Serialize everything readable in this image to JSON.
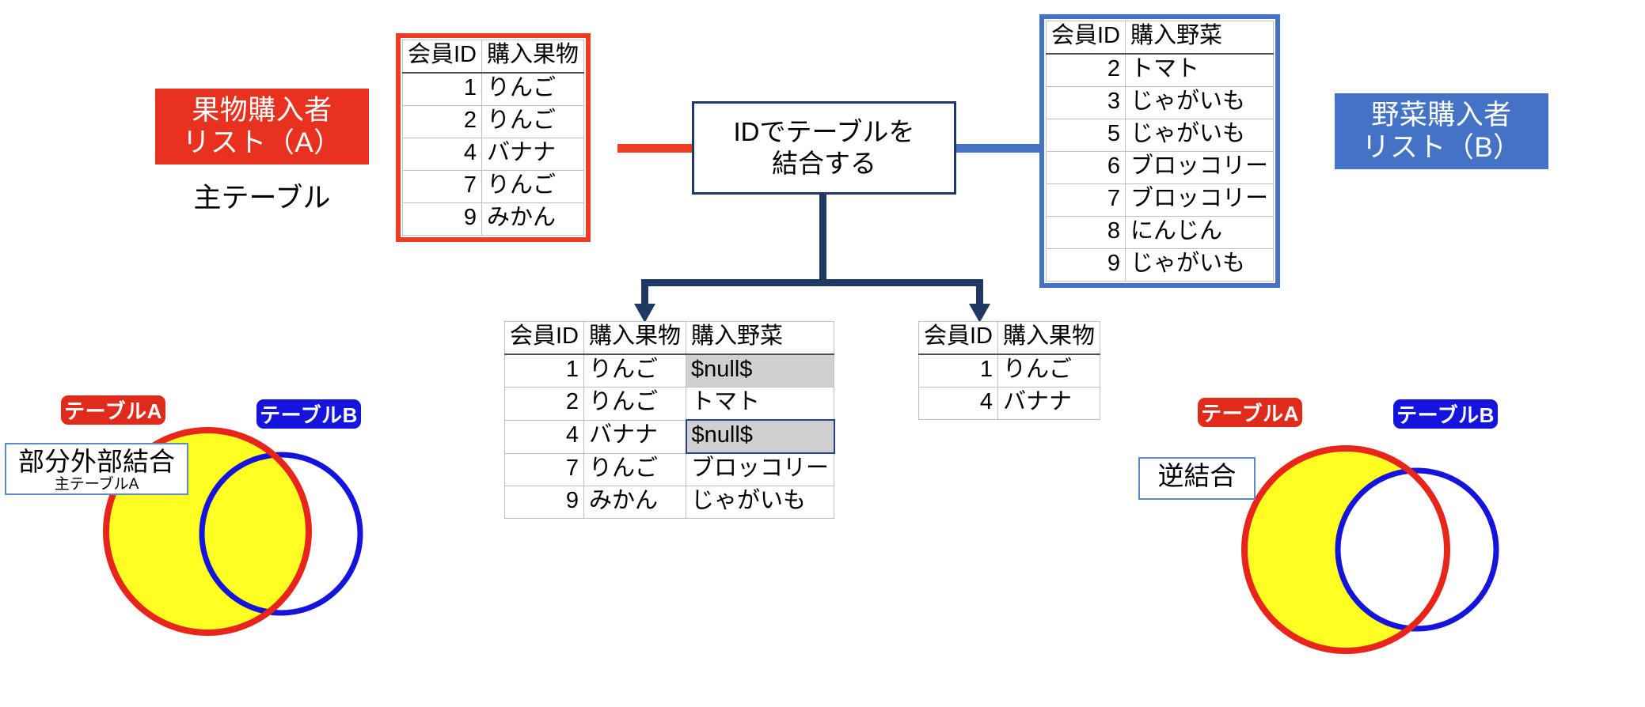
{
  "source_tables": {
    "fruit": {
      "headers": [
        "会員ID",
        "購入果物"
      ],
      "rows": [
        [
          "1",
          "りんご"
        ],
        [
          "2",
          "りんご"
        ],
        [
          "4",
          "バナナ"
        ],
        [
          "7",
          "りんご"
        ],
        [
          "9",
          "みかん"
        ]
      ],
      "frame_color": "#ee3b24"
    },
    "vegetable": {
      "headers": [
        "会員ID",
        "購入野菜"
      ],
      "rows": [
        [
          "2",
          "トマト"
        ],
        [
          "3",
          "じゃがいも"
        ],
        [
          "5",
          "じゃがいも"
        ],
        [
          "6",
          "ブロッコリー"
        ],
        [
          "7",
          "ブロッコリー"
        ],
        [
          "8",
          "にんじん"
        ],
        [
          "9",
          "じゃがいも"
        ]
      ],
      "frame_color": "#4472c4"
    }
  },
  "labels": {
    "fruit_badge_line1": "果物購入者",
    "fruit_badge_line2": "リスト（A）",
    "fruit_sub": "主テーブル",
    "vegetable_badge_line1": "野菜購入者",
    "vegetable_badge_line2": "リスト（B）"
  },
  "process_box": {
    "line1": "IDでテーブルを",
    "line2": "結合する"
  },
  "result_tables": {
    "outer_join": {
      "headers": [
        "会員ID",
        "購入果物",
        "購入野菜"
      ],
      "rows": [
        {
          "id": "1",
          "fruit": "りんご",
          "veg": "$null$",
          "veg_null": true,
          "veg_selected": false
        },
        {
          "id": "2",
          "fruit": "りんご",
          "veg": "トマト",
          "veg_null": false,
          "veg_selected": false
        },
        {
          "id": "4",
          "fruit": "バナナ",
          "veg": "$null$",
          "veg_null": true,
          "veg_selected": true
        },
        {
          "id": "7",
          "fruit": "りんご",
          "veg": "ブロッコリー",
          "veg_null": false,
          "veg_selected": false
        },
        {
          "id": "9",
          "fruit": "みかん",
          "veg": "じゃがいも",
          "veg_null": false,
          "veg_selected": false
        }
      ]
    },
    "anti_join": {
      "headers": [
        "会員ID",
        "購入果物"
      ],
      "rows": [
        [
          "1",
          "りんご"
        ],
        [
          "4",
          "バナナ"
        ]
      ]
    }
  },
  "venn_left": {
    "title": "部分外部結合",
    "subtitle": "主テーブルA",
    "badge_a": "テーブルA",
    "badge_b": "テーブルB",
    "fill_color": "#ffff21",
    "circle_a_color": "#e8251a",
    "circle_b_color": "#1414dc",
    "highlight": "A全体（交差部分を含む）"
  },
  "venn_right": {
    "title": "逆結合",
    "subtitle": "",
    "badge_a": "テーブルA",
    "badge_b": "テーブルB",
    "fill_color": "#ffff21",
    "circle_a_color": "#e8251a",
    "circle_b_color": "#1414dc",
    "highlight": "AのみBを除く"
  },
  "colors": {
    "red": "#ee3b24",
    "blue": "#4472c4",
    "navy": "#1f3864",
    "yellow": "#ffff21",
    "null_bg": "#d0d0d0",
    "selection_border": "#2a3e8f"
  }
}
